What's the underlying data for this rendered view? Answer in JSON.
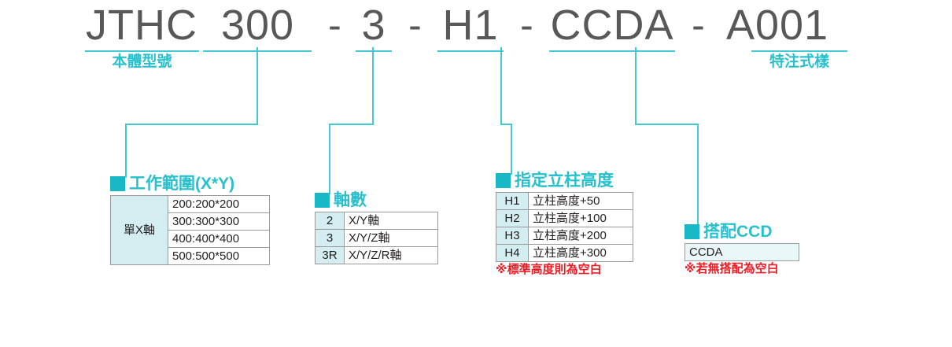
{
  "model_number": {
    "segments": [
      {
        "id": "body_model",
        "text": "JTHC",
        "sublabel": "本體型號"
      },
      {
        "id": "work_range",
        "text": "300",
        "sublabel": ""
      },
      {
        "id": "sep1",
        "text": "-",
        "sublabel": ""
      },
      {
        "id": "axis_count",
        "text": "3",
        "sublabel": ""
      },
      {
        "id": "sep2",
        "text": "-",
        "sublabel": ""
      },
      {
        "id": "column_h",
        "text": "H1",
        "sublabel": ""
      },
      {
        "id": "sep3",
        "text": "-",
        "sublabel": ""
      },
      {
        "id": "ccd",
        "text": "CCDA",
        "sublabel": ""
      },
      {
        "id": "sep4",
        "text": "-",
        "sublabel": ""
      },
      {
        "id": "special",
        "text": "A001",
        "sublabel": "特注式樣"
      }
    ]
  },
  "groups": {
    "work_range": {
      "title": "工作範圍(X*Y)",
      "rows": [
        {
          "key": "單X軸",
          "value": "200:200*200"
        },
        {
          "key": "",
          "value": "300:300*300"
        },
        {
          "key": "",
          "value": "400:400*400"
        },
        {
          "key": "",
          "value": "500:500*500"
        }
      ],
      "note": ""
    },
    "axis_count": {
      "title": "軸數",
      "rows": [
        {
          "key": "2",
          "value": "X/Y軸"
        },
        {
          "key": "3",
          "value": "X/Y/Z軸"
        },
        {
          "key": "3R",
          "value": "X/Y/Z/R軸"
        }
      ],
      "note": ""
    },
    "column_height": {
      "title": "指定立柱高度",
      "rows": [
        {
          "key": "H1",
          "value": "立柱高度+50"
        },
        {
          "key": "H2",
          "value": "立柱高度+100"
        },
        {
          "key": "H3",
          "value": "立柱高度+200"
        },
        {
          "key": "H4",
          "value": "立柱高度+300"
        }
      ],
      "note": "※標準高度則為空白"
    },
    "ccd": {
      "title": "搭配CCD",
      "rows": [
        {
          "key": "",
          "value": "CCDA"
        }
      ],
      "note": "※若無搭配為空白"
    }
  },
  "colors": {
    "accent_cyan": "#29c0ce",
    "bullet_cyan": "#19b8c6",
    "rule_cyan": "#45c8d2",
    "key_fill": "#d3edf1",
    "text_dark": "#58585a",
    "note_red": "#ee1c25",
    "border_gray": "#9a9a9a"
  }
}
